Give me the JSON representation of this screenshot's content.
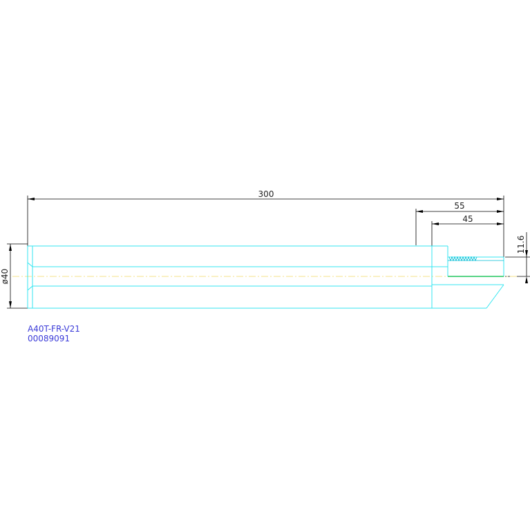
{
  "drawing": {
    "dimensions": {
      "overall_length": "300",
      "length_55": "55",
      "length_45": "45",
      "thread_height": "11.6",
      "diameter": "ø40"
    },
    "part_code": "A40T-FR-V21",
    "part_number": "00089091"
  },
  "colors": {
    "outline": "#33e6f0",
    "centerline": "#f5e08a",
    "dimension": "#000000",
    "label": "#3a3ad8",
    "thread_bottom": "#22c55e"
  }
}
